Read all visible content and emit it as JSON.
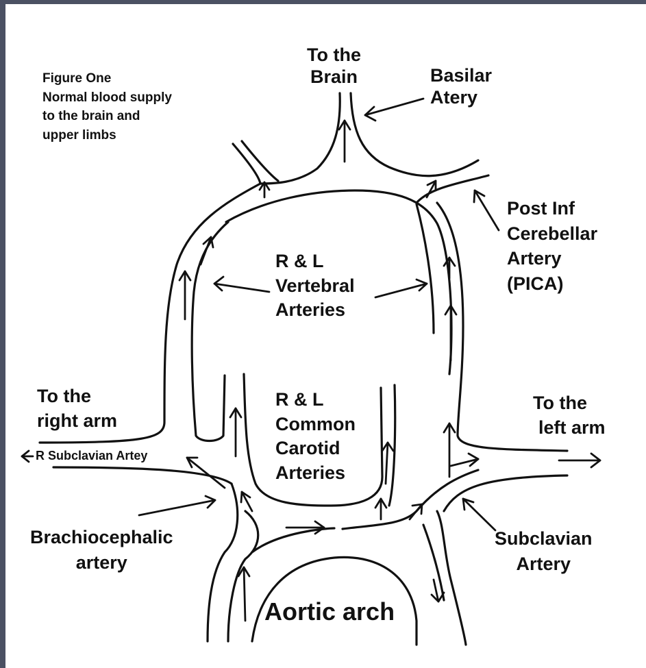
{
  "figure": {
    "caption": [
      "Figure One",
      "Normal blood supply",
      "to the brain and",
      "upper limbs"
    ]
  },
  "labels": {
    "to_brain": [
      "To the",
      "Brain"
    ],
    "basilar": [
      "Basilar",
      "Atery"
    ],
    "pica": [
      "Post Inf",
      "Cerebellar",
      "Artery",
      "(PICA)"
    ],
    "vertebral": [
      "R & L",
      "Vertebral",
      "Arteries"
    ],
    "carotid": [
      "R & L",
      "Common",
      "Carotid",
      "Arteries"
    ],
    "right_arm": [
      "To the",
      "right arm"
    ],
    "left_arm": [
      "To the",
      "left arm"
    ],
    "r_subclavian": "R Subclavian Artey",
    "brachiocephalic": [
      "Brachiocephalic",
      "artery"
    ],
    "subclavian": [
      "Subclavian",
      "Artery"
    ],
    "aortic_arch": "Aortic arch"
  },
  "colors": {
    "frame": "#4b5163",
    "ink": "#111111",
    "paper": "#ffffff"
  }
}
